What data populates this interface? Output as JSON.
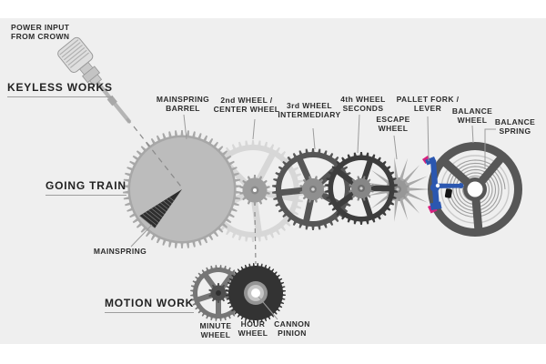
{
  "labels": {
    "power_input": {
      "line1": "POWER INPUT",
      "line2": "FROM CROWN"
    },
    "keyless_works": "KEYLESS WORKS",
    "going_train": "GOING TRAIN",
    "motion_work": "MOTION WORK",
    "mainspring_barrel": {
      "line1": "MAINSPRING",
      "line2": "BARREL"
    },
    "second_wheel": {
      "line1": "2nd WHEEL /",
      "line2": "CENTER WHEEL"
    },
    "third_wheel": {
      "line1": "3rd WHEEL",
      "line2": "INTERMEDIARY"
    },
    "fourth_wheel": {
      "line1": "4th WHEEL",
      "line2": "SECONDS"
    },
    "escape_wheel": {
      "line1": "ESCAPE",
      "line2": "WHEEL"
    },
    "pallet_fork": {
      "line1": "PALLET FORK /",
      "line2": "LEVER"
    },
    "balance_wheel": {
      "line1": "BALANCE",
      "line2": "WHEEL"
    },
    "balance_spring": {
      "line1": "BALANCE",
      "line2": "SPRING"
    },
    "mainspring": "MAINSPRING",
    "minute_wheel": {
      "line1": "MINUTE",
      "line2": "WHEEL"
    },
    "hour_wheel": {
      "line1": "HOUR",
      "line2": "WHEEL"
    },
    "cannon_pinion": {
      "line1": "CANNON",
      "line2": "PINION"
    }
  },
  "colors": {
    "background": "#efefef",
    "frame": "#ffffff",
    "text": "#2c2c2c",
    "leader": "#9b9b9b",
    "dashed": "#8a8a8a",
    "barrel_rim": "#a7a7a7",
    "barrel_body": "#bcbcbc",
    "center_wheel": "#d7d7d7",
    "pinion_light": "#9e9e9e",
    "pinion_mid": "#8f8f8f",
    "third_wheel": "#565656",
    "fourth_wheel": "#3d3d3d",
    "escape_wheel": "#a9a9a9",
    "balance_wheel": "#575757",
    "balance_spring": "#9f9f9f",
    "pallet_blue": "#2b57b0",
    "jewel_magenta": "#d6217e",
    "minute_wheel": "#767676",
    "minute_pinion": "#4f4f4f",
    "hour_wheel": "#333333",
    "cannon_ring": "#949494",
    "cannon_mid": "#c6c6c6",
    "mainspring_dark": "#2e2e2e",
    "mainspring_hatch": "#7d7d7d",
    "crown_body": "#dedede",
    "crown_stroke": "#9a9a9a",
    "crown_stripe": "#b0b0b0",
    "stem": "#b5b5b5",
    "stem_dark": "#a8a8a8"
  }
}
